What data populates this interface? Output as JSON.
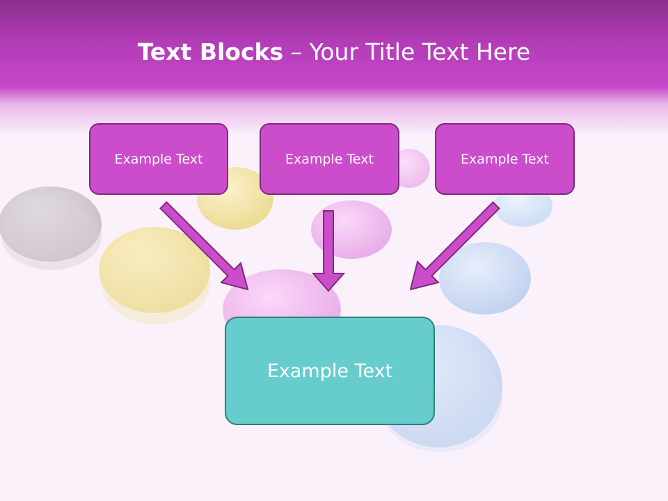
{
  "title": {
    "bold": "Text Blocks",
    "rest": " – Your Title Text Here"
  },
  "top_boxes": [
    {
      "label": "Example Text"
    },
    {
      "label": "Example Text"
    },
    {
      "label": "Example Text"
    }
  ],
  "center_box": {
    "label": "Example Text"
  },
  "colors": {
    "header_top": "#8c2f8f",
    "header_band": "#c748c9",
    "box_fill": "#cc4dcc",
    "box_border": "#7d2a7d",
    "arrow_fill": "#cc4dcc",
    "center_fill": "#66cccc",
    "center_border": "#2e7e7e",
    "background": "#fbf1fb"
  }
}
